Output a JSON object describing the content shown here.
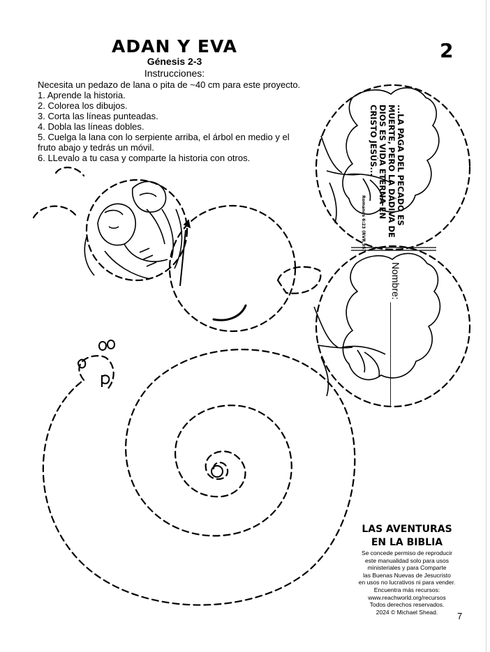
{
  "header": {
    "title": "ADAN Y EVA",
    "reference": "Génesis 2-3",
    "instructions_heading": "Instrucciones:",
    "page_badge": "2"
  },
  "instructions": [
    "Necesita un pedazo de lana o pita de ~40 cm para este proyecto.",
    "1. Aprende la historia.",
    "2. Colorea los dibujos.",
    "3. Corta las líneas punteadas.",
    "4. Dobla las líneas dobles.",
    "5. Cuelga la lana con lo serpiente arriba, el árbol en medio y el",
    "fruto abajo y tedrás un móvil.",
    "6.  LLevalo a tu casa y comparte la historia con otros."
  ],
  "tree_panel": {
    "verse": "...LA PAGA DEL PECADO ES MUERTE, PERO LA DÁDIVA DE DIOS ES VIDA ETERNA EN CRISTO JESÚS...",
    "verse_reference": "Romanos 6:23 (RVR 95)",
    "name_label": "Nombre: ___________________"
  },
  "footer": {
    "brand_line1": "LAS AVENTURAS",
    "brand_line2": "EN LA BIBLIA",
    "permission": [
      "Se concede permiso de reproducir",
      "este manualidad solo para usos",
      "ministeriales y para Comparte",
      "las Buenas Nuevas de Jesucristo",
      "en usos no lucrativos ni para vender.",
      "Encuentra más recursos:",
      "www.reachworld.org/recursos",
      "Todos derechos reservados.",
      "2024 © Michael Shead."
    ],
    "page_number": "7"
  }
}
